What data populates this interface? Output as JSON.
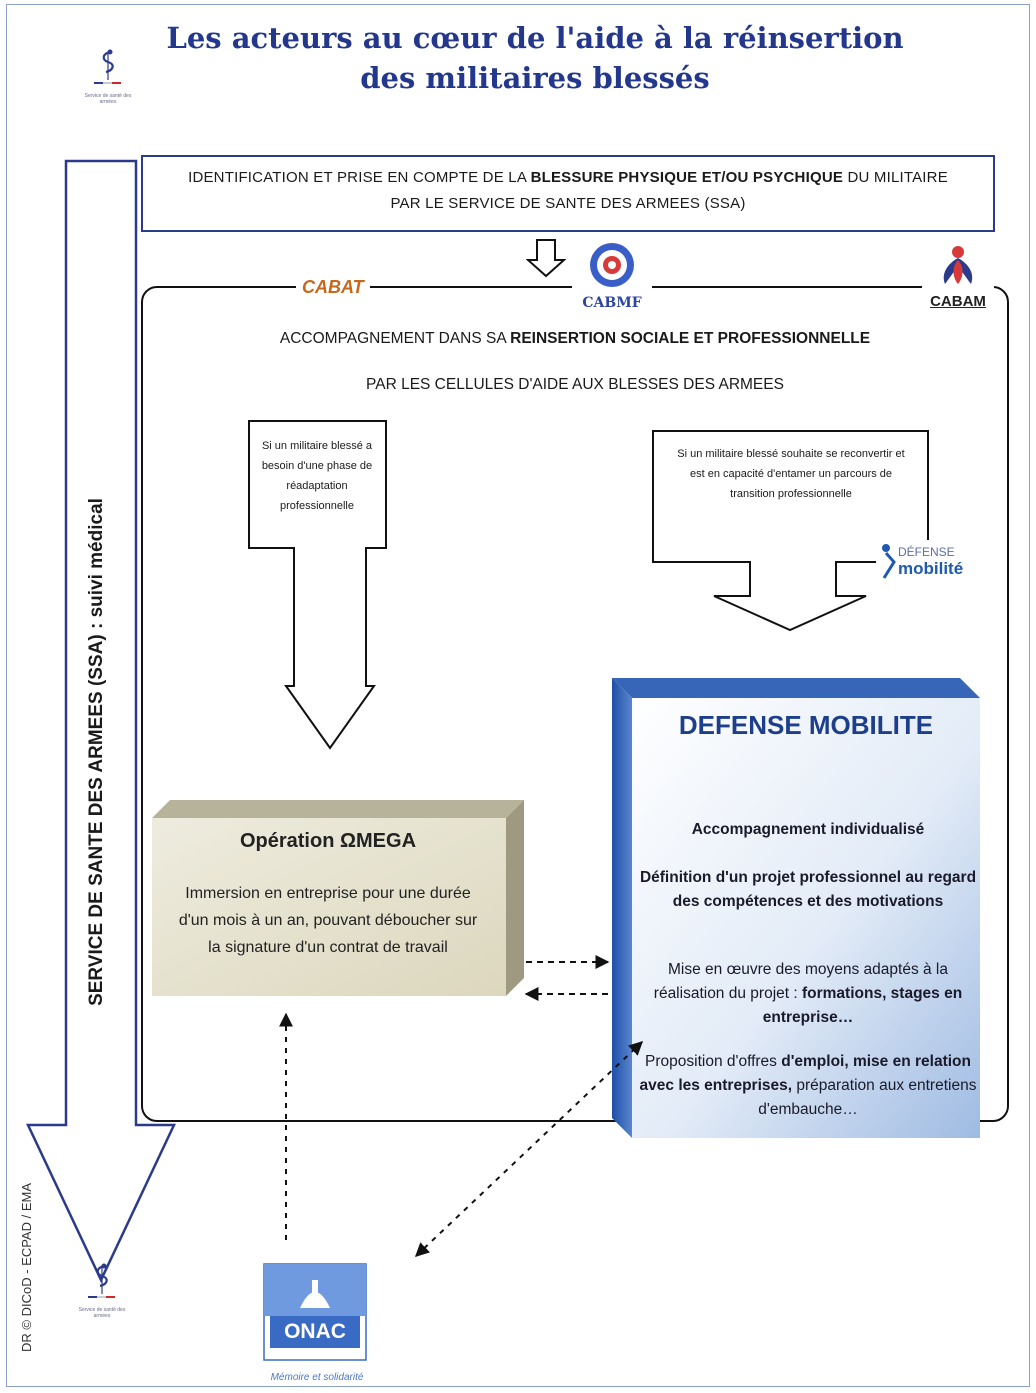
{
  "title": "Les acteurs au cœur de l'aide à la réinsertion des militaires blessés",
  "ssa_logo_text": "Service de santé des armées",
  "side_credit": "DR © DICoD - ECPAD / EMA",
  "ssa_arrow_label": "SERVICE DE SANTE DES ARMEES (SSA) : suivi médical",
  "top_box": {
    "line1_a": "IDENTIFICATION ET PRISE EN COMPTE DE LA ",
    "line1_b": "BLESSURE PHYSIQUE ET/OU PSYCHIQUE",
    "line1_c": " DU MILITAIRE",
    "line2": "PAR LE SERVICE DE SANTE DES ARMEES (SSA)"
  },
  "cells": {
    "cabat": "CABAT",
    "cabmf": "CABMF",
    "cabam": "CABAM"
  },
  "accompaniment": {
    "line1_a": "ACCOMPAGNEMENT DANS SA ",
    "line1_b": "REINSERTION SOCIALE ET PROFESSIONNELLE",
    "line2": "PAR LES CELLULES D'AIDE AUX BLESSES DES ARMEES"
  },
  "left_condition": "Si un militaire blessé a besoin d'une phase de réadaptation professionnelle",
  "right_condition": "Si un militaire blessé souhaite se reconvertir et est en capacité d'entamer un parcours de transition professionnelle",
  "defense_mobilite_logo": {
    "line1": "DÉFENSE",
    "line2": "mobilité"
  },
  "omega": {
    "title": "Opération ΩMEGA",
    "body": "Immersion en entreprise pour une durée d'un mois à un an, pouvant déboucher sur la signature d'un contrat de travail"
  },
  "defense_mobilite": {
    "title": "DEFENSE MOBILITE",
    "p1": "Accompagnement individualisé",
    "p2": "Définition d'un projet professionnel au regard des compétences et des motivations",
    "p3_a": "Mise en œuvre des moyens adaptés à la réalisation du projet : ",
    "p3_b": "formations, stages en entreprise…",
    "p4_a": "Proposition d'offres ",
    "p4_b": "d'emploi, mise en relation avec les entreprises,",
    "p4_c": " préparation aux entretiens d'embauche…"
  },
  "onac": {
    "name": "ONAC",
    "motto": "Mémoire et solidarité"
  },
  "colors": {
    "navy": "#2c3a8c",
    "dm_blue": "#1d3e8a",
    "omega_fill": "#e9e6d5",
    "cabat_orange": "#c6671a"
  }
}
